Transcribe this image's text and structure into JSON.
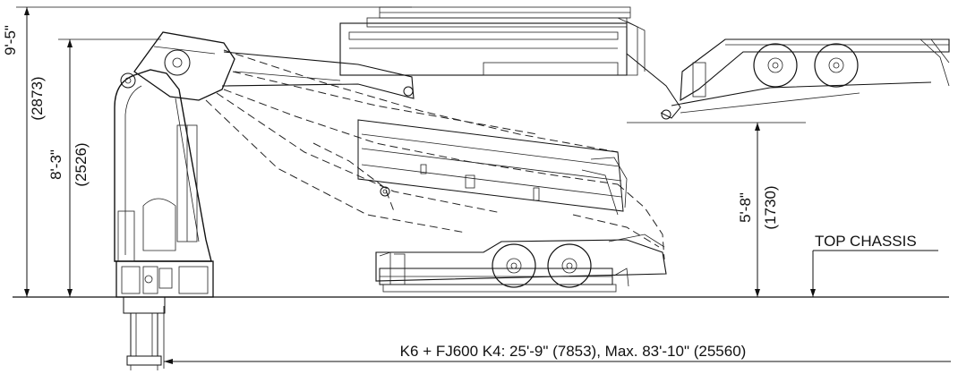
{
  "dimensions": {
    "overall_height": {
      "imperial": "9'-5\"",
      "metric": "(2873)"
    },
    "folded_height": {
      "imperial": "8'-3\"",
      "metric": "(2526)"
    },
    "chassis_height": {
      "imperial": "5'-8\"",
      "metric": "(1730)"
    },
    "reach": "K6 + FJ600 K4: 25'-9\" (7853), Max. 83'-10\" (25560)"
  },
  "labels": {
    "top_chassis": "TOP CHASSIS"
  }
}
